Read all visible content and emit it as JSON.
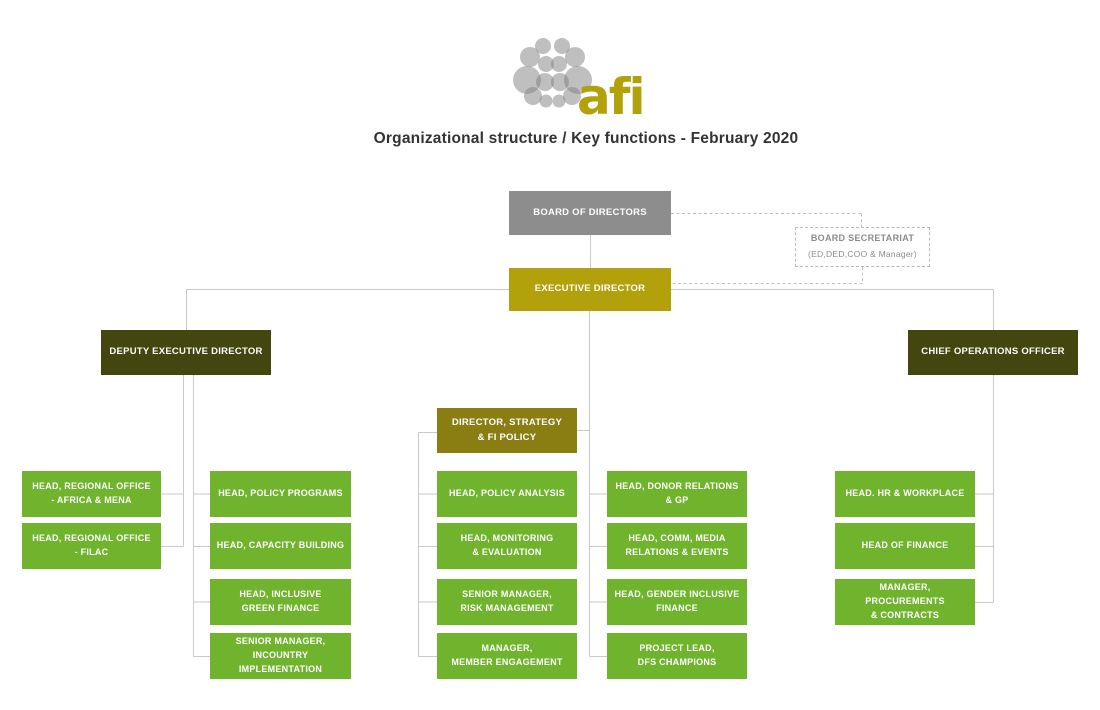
{
  "header": {
    "logo_text": "afi",
    "title": "Organizational structure / Key functions - February 2020"
  },
  "nodes": {
    "board_of_directors": "BOARD OF DIRECTORS",
    "board_secretariat": {
      "title": "BOARD SECRETARIAT",
      "subtitle": "(ED,DED,COO & Manager)"
    },
    "executive_director": "EXECUTIVE DIRECTOR",
    "deputy_executive_director": "DEPUTY EXECUTIVE DIRECTOR",
    "chief_operations_officer": "CHIEF OPERATIONS OFFICER",
    "director_strategy_fi_policy": "DIRECTOR, STRATEGY\n& FI POLICY"
  },
  "branches": {
    "regional_offices": [
      "HEAD, REGIONAL OFFICE\n- AFRICA & MENA",
      "HEAD, REGIONAL OFFICE\n- FILAC"
    ],
    "deputy_reports": [
      "HEAD, POLICY PROGRAMS",
      "HEAD, CAPACITY BUILDING",
      "HEAD, INCLUSIVE\nGREEN FINANCE",
      "SENIOR MANAGER,\nINCOUNTRY IMPLEMENTATION"
    ],
    "strategy_reports": [
      "HEAD, POLICY ANALYSIS",
      "HEAD, MONITORING\n& EVALUATION",
      "SENIOR MANAGER,\nRISK MANAGEMENT",
      "MANAGER,\nMEMBER ENGAGEMENT"
    ],
    "executive_reports": [
      "HEAD, DONOR RELATIONS\n& GP",
      "HEAD, COMM, MEDIA\nRELATIONS & EVENTS",
      "HEAD, GENDER INCLUSIVE\nFINANCE",
      "PROJECT LEAD,\nDFS CHAMPIONS"
    ],
    "operations_reports": [
      "HEAD. HR & WORKPLACE",
      "HEAD OF FINANCE",
      "MANAGER, PROCUREMENTS\n& CONTRACTS"
    ]
  },
  "colors": {
    "board_gray": "#8d8d8d",
    "executive_gold": "#b3a10c",
    "senior_dark_olive": "#43470f",
    "director_olive": "#8a7d12",
    "function_green": "#6fb42c",
    "connector_solid": "#c9c9c9",
    "connector_dashed": "#c2c2c2",
    "logo_gray": "#808080"
  }
}
